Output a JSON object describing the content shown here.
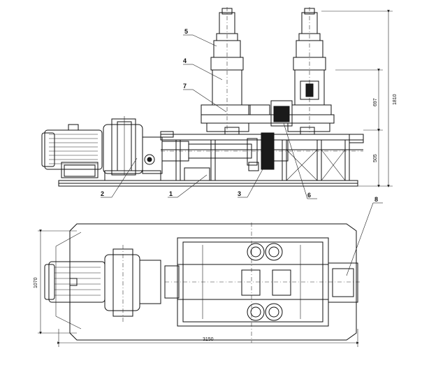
{
  "callouts": {
    "c1": "1",
    "c2": "2",
    "c3": "3",
    "c4": "4",
    "c5": "5",
    "c6": "6",
    "c7": "7",
    "c8": "8"
  },
  "dimensions": {
    "total_height": "1810",
    "upper_height": "697",
    "lower_height": "505",
    "plan_width": "1070",
    "plan_length": "3150"
  }
}
